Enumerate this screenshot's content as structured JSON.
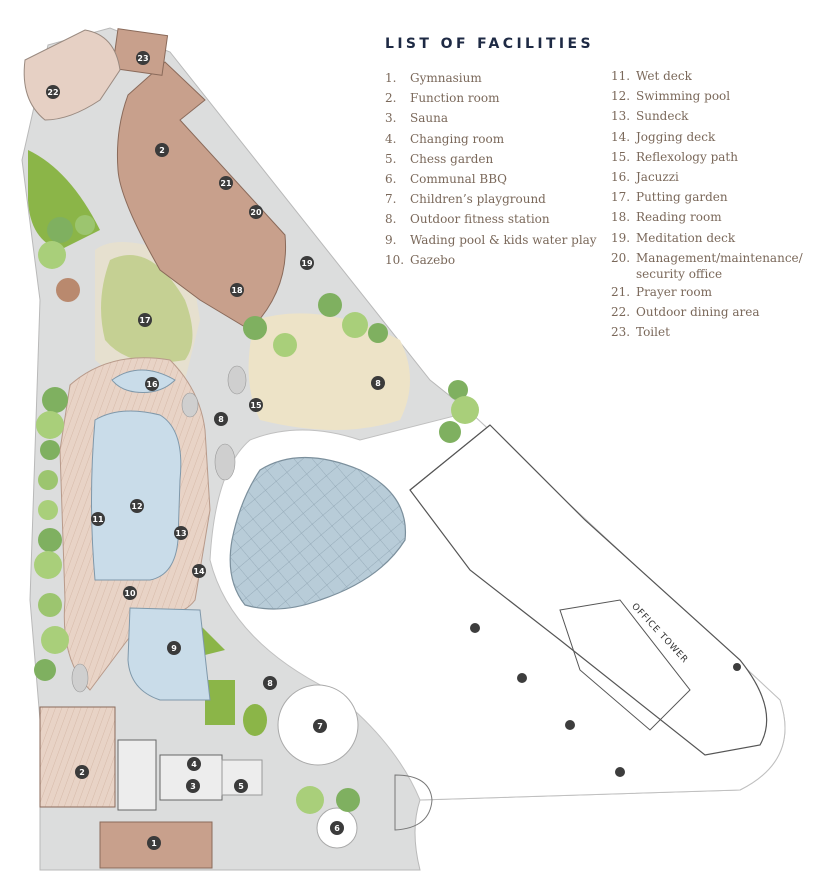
{
  "legend": {
    "title": "LIST OF FACILITIES",
    "items": [
      {
        "num": "1.",
        "label": "Gymnasium"
      },
      {
        "num": "2.",
        "label": "Function room"
      },
      {
        "num": "3.",
        "label": "Sauna"
      },
      {
        "num": "4.",
        "label": "Changing room"
      },
      {
        "num": "5.",
        "label": "Chess garden"
      },
      {
        "num": "6.",
        "label": "Communal BBQ"
      },
      {
        "num": "7.",
        "label": "Children’s playground"
      },
      {
        "num": "8.",
        "label": "Outdoor fitness station"
      },
      {
        "num": "9.",
        "label": "Wading pool & kids water play"
      },
      {
        "num": "10.",
        "label": "Gazebo"
      },
      {
        "num": "11.",
        "label": "Wet deck"
      },
      {
        "num": "12.",
        "label": "Swimming pool"
      },
      {
        "num": "13.",
        "label": "Sundeck"
      },
      {
        "num": "14.",
        "label": "Jogging deck"
      },
      {
        "num": "15.",
        "label": "Reflexology path"
      },
      {
        "num": "16.",
        "label": "Jacuzzi"
      },
      {
        "num": "17.",
        "label": "Putting garden"
      },
      {
        "num": "18.",
        "label": "Reading room"
      },
      {
        "num": "19.",
        "label": "Meditation deck"
      },
      {
        "num": "20.",
        "label": "Management/maintenance/ security office"
      },
      {
        "num": "21.",
        "label": "Prayer room"
      },
      {
        "num": "22.",
        "label": "Outdoor dining area"
      },
      {
        "num": "23.",
        "label": "Toilet"
      }
    ]
  },
  "map": {
    "tower_label": "OFFICE TOWER",
    "markers": [
      "23",
      "22",
      "2",
      "21",
      "20",
      "18",
      "19",
      "17",
      "16",
      "8",
      "8",
      "15",
      "12",
      "11",
      "13",
      "14",
      "10",
      "9",
      "8",
      "7",
      "2",
      "4",
      "3",
      "5",
      "1",
      "6"
    ]
  },
  "colors": {
    "path": "#d9dadb",
    "lawn": "#8bb548",
    "building": "#c8a08c",
    "pool": "#c9dce9",
    "deck": "#e6d0c4",
    "sand": "#ede3c7",
    "marker": "#3b3b3b",
    "title": "#1e2a44",
    "legend_text": "#7a685a"
  }
}
